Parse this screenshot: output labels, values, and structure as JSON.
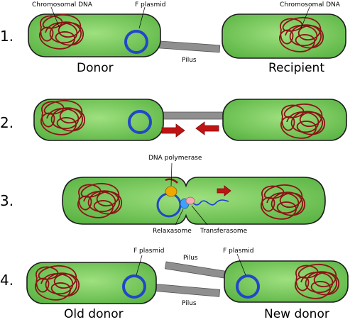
{
  "colors": {
    "cell_fill": "#5cb545",
    "cell_fill_light": "#9fe07f",
    "cell_stroke": "#1c1c1c",
    "chromosome": "#8b1414",
    "plasmid": "#2147c9",
    "pilus": "#8f8f8f",
    "arrow": "#c01414",
    "dna_polymerase": "#f0a800",
    "relaxase": "#3da0ff",
    "transferasome": "#f4a9b4",
    "dna_strand": "#1e3cd6"
  },
  "steps": [
    {
      "number": "1.",
      "labels": {
        "chromosomal_left": "Chromosomal DNA",
        "f_plasmid": "F plasmid",
        "chromosomal_right": "Chromosomal DNA",
        "pilus": "Pilus",
        "donor": "Donor",
        "recipient": "Recipient"
      }
    },
    {
      "number": "2."
    },
    {
      "number": "3.",
      "labels": {
        "dna_polymerase": "DNA polymerase",
        "relaxasome": "Relaxasome",
        "transferasome": "Transferasome"
      }
    },
    {
      "number": "4.",
      "labels": {
        "f_plasmid_left": "F plasmid",
        "f_plasmid_right": "F plasmid",
        "pilus_top": "Pilus",
        "pilus_bottom": "Pilus",
        "old_donor": "Old donor",
        "new_donor": "New donor"
      }
    }
  ]
}
